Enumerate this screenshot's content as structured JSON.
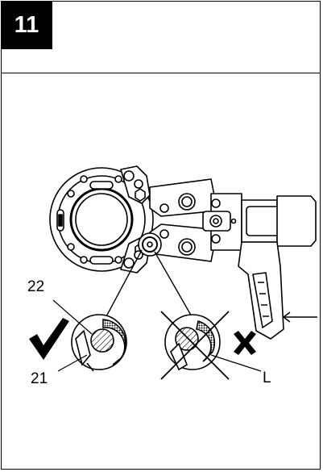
{
  "step": {
    "number": "11"
  },
  "labels": {
    "part_22": "22",
    "part_21": "21",
    "part_l": "L"
  },
  "icons": {
    "correct": "check-icon",
    "incorrect": "cross-icon",
    "direction": "arrow-left-icon"
  },
  "colors": {
    "ink": "#000000",
    "background": "#ffffff"
  }
}
